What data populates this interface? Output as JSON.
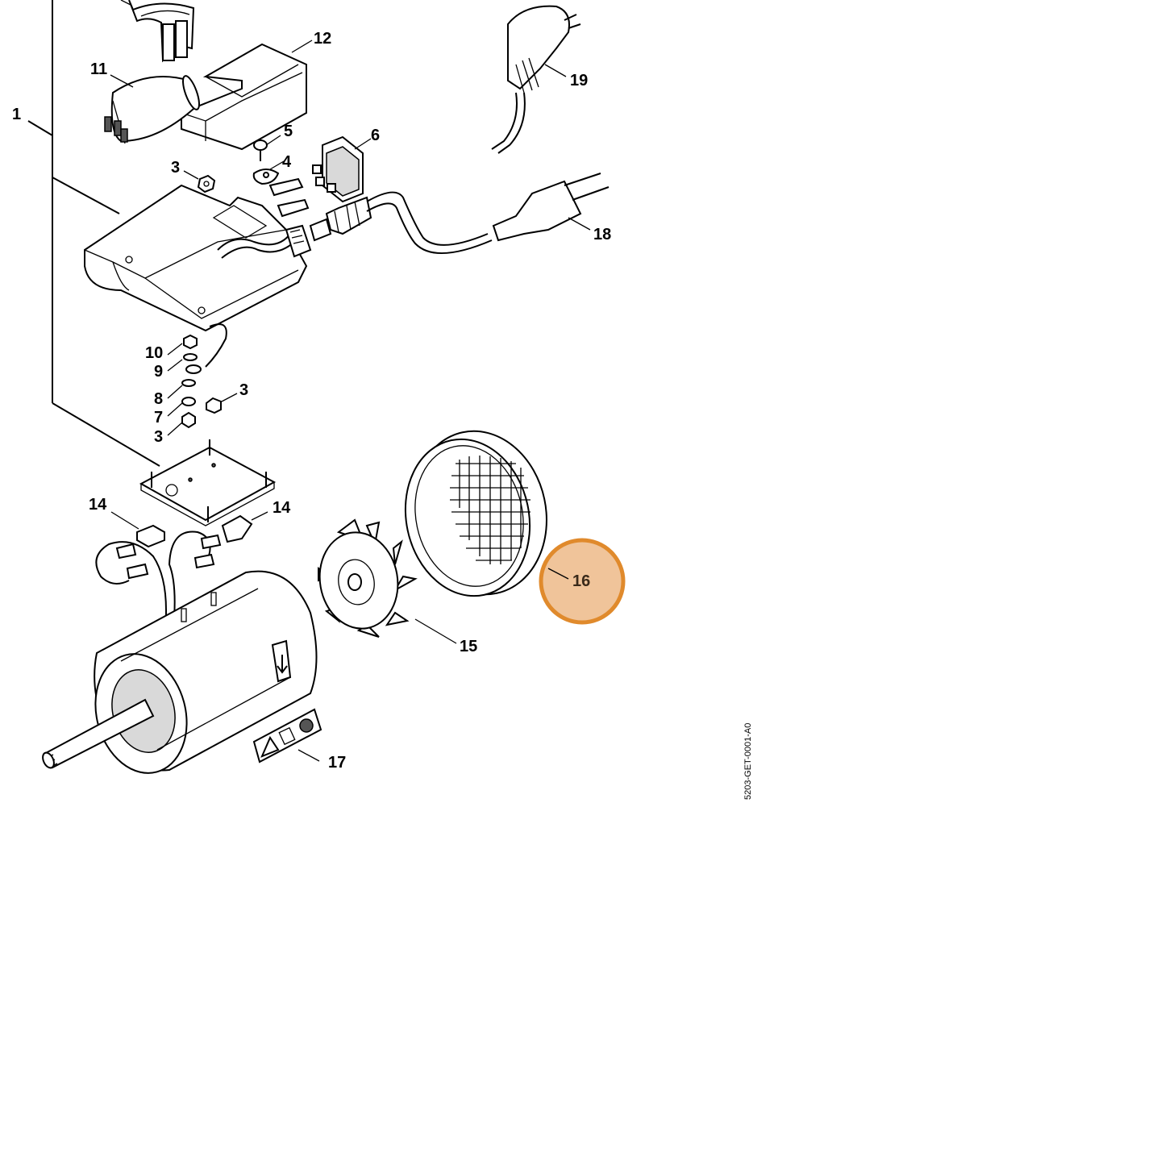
{
  "diagram": {
    "drawing_code": "5203-GET-0001-A0",
    "highlight_color": "#e08a2c",
    "highlight_fill": "#f0c49a",
    "highlighted_part": "16",
    "callouts": {
      "c1": "1",
      "c3a": "3",
      "c3b": "3",
      "c3c": "3",
      "c4": "4",
      "c5": "5",
      "c6": "6",
      "c7": "7",
      "c8": "8",
      "c9": "9",
      "c10": "10",
      "c11": "11",
      "c12": "12",
      "c14a": "14",
      "c14b": "14",
      "c15": "15",
      "c16": "16",
      "c17": "17",
      "c18": "18",
      "c19": "19"
    }
  }
}
